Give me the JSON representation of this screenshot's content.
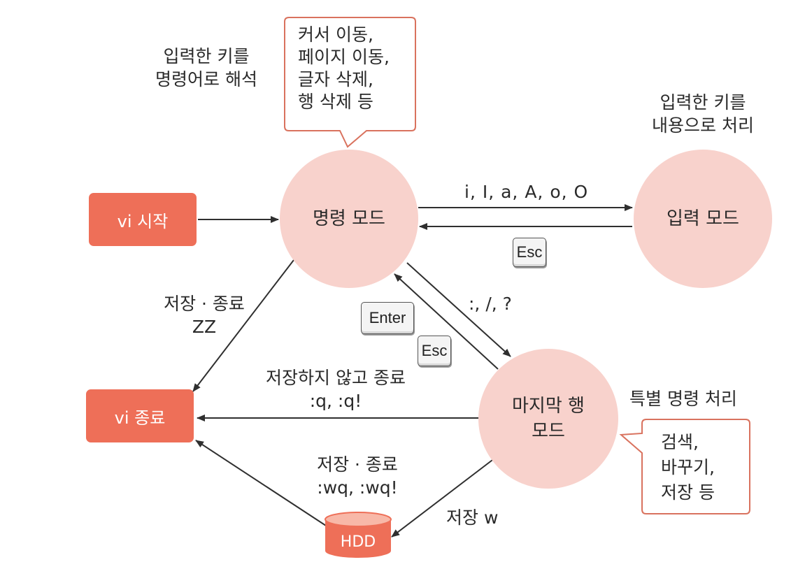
{
  "nodes": {
    "command_mode": "명령 모드",
    "insert_mode": "입력 모드",
    "last_line_mode": [
      "마지막 행",
      "모드"
    ],
    "vi_start": "vi 시작",
    "vi_quit": "vi 종료",
    "hdd": "HDD"
  },
  "notes": {
    "command_interpret": [
      "입력한 키를",
      "명령어로 해석"
    ],
    "command_bubble": [
      "커서 이동,",
      "페이지 이동,",
      "글자 삭제,",
      "행 삭제 등"
    ],
    "insert_interpret": [
      "입력한 키를",
      "내용으로 처리"
    ],
    "special_command": "특별 명령 처리",
    "last_line_bubble": [
      "검색,",
      "바꾸기,",
      "저장 등"
    ]
  },
  "edges": {
    "to_insert_keys": "i, I, a, A, o, O",
    "esc_insert": "Esc",
    "to_last_line_keys": ":, /, ?",
    "enter_key": "Enter",
    "esc_last_line": "Esc",
    "save_quit_zz": [
      "저장 · 종료",
      "ZZ"
    ],
    "quit_no_save": [
      "저장하지 않고 종료",
      ":q, :q!"
    ],
    "save_quit_wq": [
      "저장 · 종료",
      ":wq, :wq!"
    ],
    "save_w": "저장 w"
  },
  "colors": {
    "circle_fill": "#f8d2cc",
    "box_fill": "#ee6f58",
    "bubble_border": "#d9725e",
    "arrow": "#2f2f2f"
  }
}
